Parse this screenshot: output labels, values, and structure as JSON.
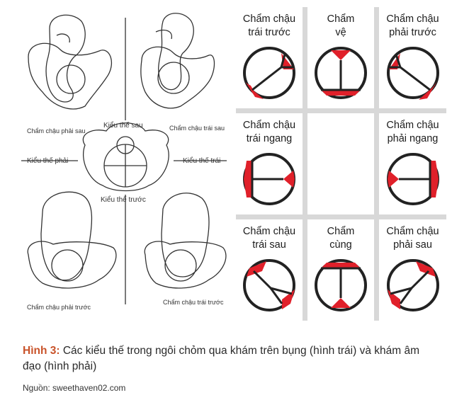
{
  "left": {
    "labels": {
      "top_left": "Chẩm chậu phải sau",
      "top_right": "Chẩm chậu trái sau",
      "top_center": "Kiểu thế sau",
      "mid_left": "Kiểu thế phải",
      "mid_right": "Kiểu thế trái",
      "bottom_center": "Kiểu thế trước",
      "bottom_left": "Chẩm chậu phải trước",
      "bottom_right": "Chẩm chậu trái trước"
    }
  },
  "grid": {
    "cells": [
      {
        "label": "Chẩm chậu\ntrái trước"
      },
      {
        "label": "Chẩm\nvệ"
      },
      {
        "label": "Chẩm chậu\nphải trước"
      },
      {
        "label": "Chẩm chậu\ntrái ngang"
      },
      {
        "label": ""
      },
      {
        "label": "Chẩm chậu\nphải ngang"
      },
      {
        "label": "Chẩm chậu\ntrái sau"
      },
      {
        "label": "Chẩm\ncùng"
      },
      {
        "label": "Chẩm chậu\nphải sau"
      }
    ]
  },
  "caption": {
    "prefix": "Hình 3:",
    "text": " Các kiểu thế trong ngôi chỏm qua khám trên bụng (hình trái) và khám âm đạo (hình phải)"
  },
  "source": "Nguồn: sweethaven02.com",
  "colors": {
    "accent": "#e0202a",
    "caption_accent": "#c9532a"
  }
}
